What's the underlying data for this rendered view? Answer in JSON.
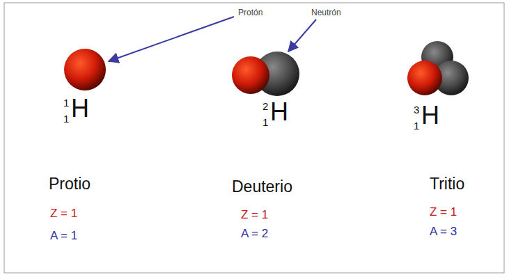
{
  "diagram": {
    "labels": [
      "Protón",
      "Neutrón",
      "1",
      "1",
      "H",
      "2",
      "1",
      "H",
      "3",
      "1",
      "H",
      "Protio",
      "Z = 1",
      "A = 1",
      "Deuterio",
      "Z = 1",
      "A = 2",
      "Tritio",
      "Z = 1",
      "A = 3"
    ]
  }
}
